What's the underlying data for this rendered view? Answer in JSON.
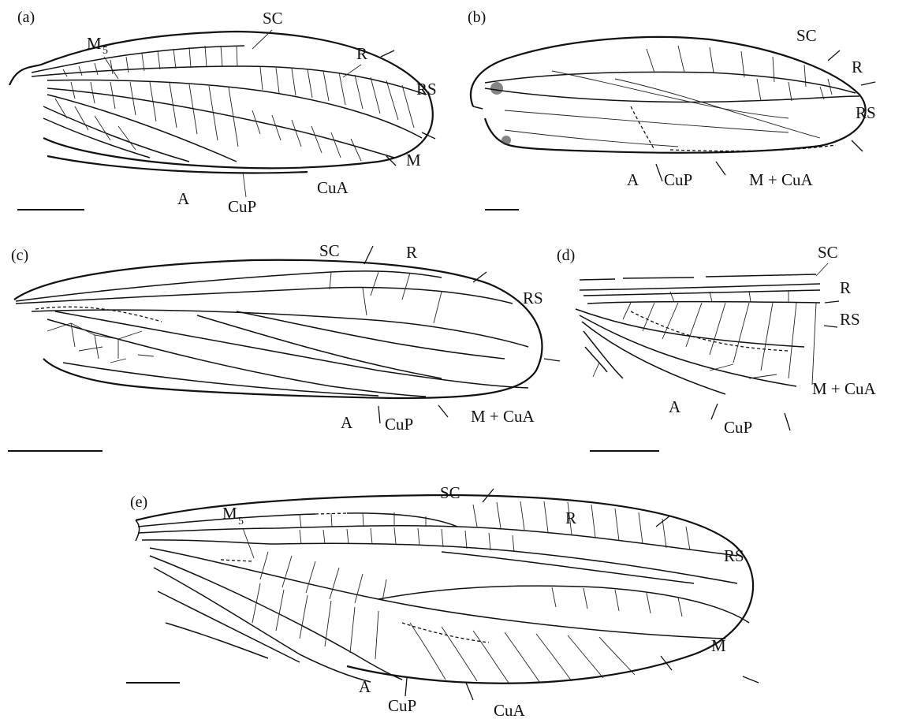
{
  "panels": [
    {
      "id": "a",
      "label": "(a)",
      "veins": {
        "m5": "M",
        "m5_sub": "5",
        "sc": "SC",
        "r": "R",
        "rs": "RS",
        "m": "M",
        "cua": "CuA",
        "cup": "CuP",
        "a": "A"
      }
    },
    {
      "id": "b",
      "label": "(b)",
      "veins": {
        "sc": "SC",
        "r": "R",
        "rs": "RS",
        "a": "A",
        "cup": "CuP",
        "mcua": "M + CuA"
      }
    },
    {
      "id": "c",
      "label": "(c)",
      "veins": {
        "sc": "SC",
        "r": "R",
        "rs": "RS",
        "a": "A",
        "cup": "CuP",
        "mcua": "M + CuA"
      }
    },
    {
      "id": "d",
      "label": "(d)",
      "veins": {
        "sc": "SC",
        "r": "R",
        "rs": "RS",
        "mcua": "M + CuA",
        "a": "A",
        "cup": "CuP"
      }
    },
    {
      "id": "e",
      "label": "(e)",
      "veins": {
        "m5": "M",
        "m5_sub": "5",
        "sc": "SC",
        "r": "R",
        "rs": "RS",
        "m": "M",
        "a": "A",
        "cup": "CuP",
        "cua": "CuA"
      }
    }
  ]
}
